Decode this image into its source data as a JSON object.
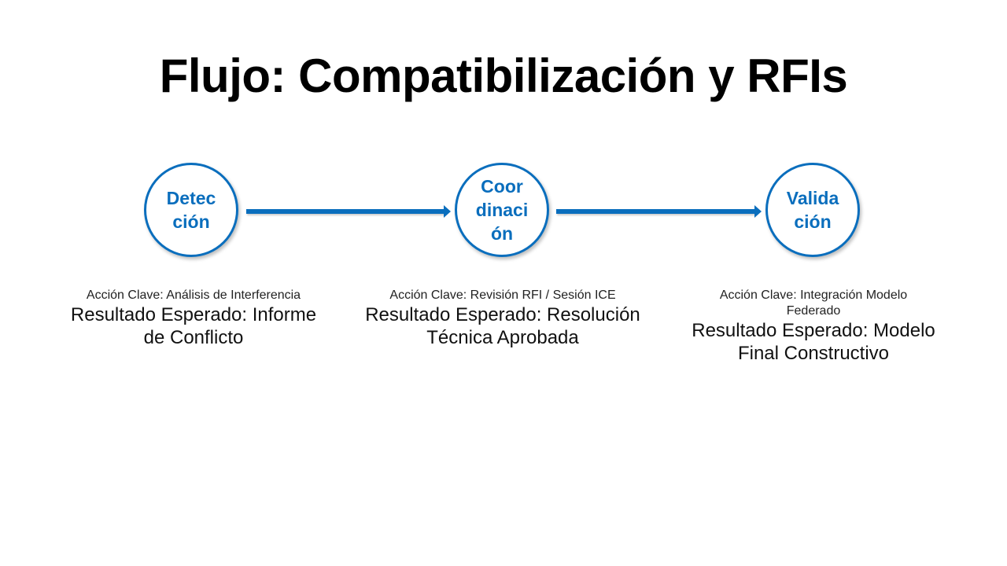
{
  "title": "Flujo: Compatibilización y RFIs",
  "colors": {
    "accent": "#0A6EBD",
    "text": "#000000",
    "background": "#FFFFFF"
  },
  "steps": [
    {
      "label": "Detec\nción",
      "action": "Acción Clave: Análisis de Interferencia",
      "result": "Resultado Esperado: Informe de Conflicto"
    },
    {
      "label": "Coor\ndinaci\nón",
      "action": "Acción Clave: Revisión RFI / Sesión ICE",
      "result": "Resultado Esperado: Resolución Técnica Aprobada"
    },
    {
      "label": "Valida\nción",
      "action": "Acción Clave: Integración Modelo Federado",
      "result": "Resultado Esperado: Modelo Final Constructivo"
    }
  ],
  "connectors": [
    {
      "from": "Detección",
      "to": "Coordinación",
      "icon": "arrow-right-icon"
    },
    {
      "from": "Coordinación",
      "to": "Validación",
      "icon": "arrow-right-icon"
    }
  ]
}
